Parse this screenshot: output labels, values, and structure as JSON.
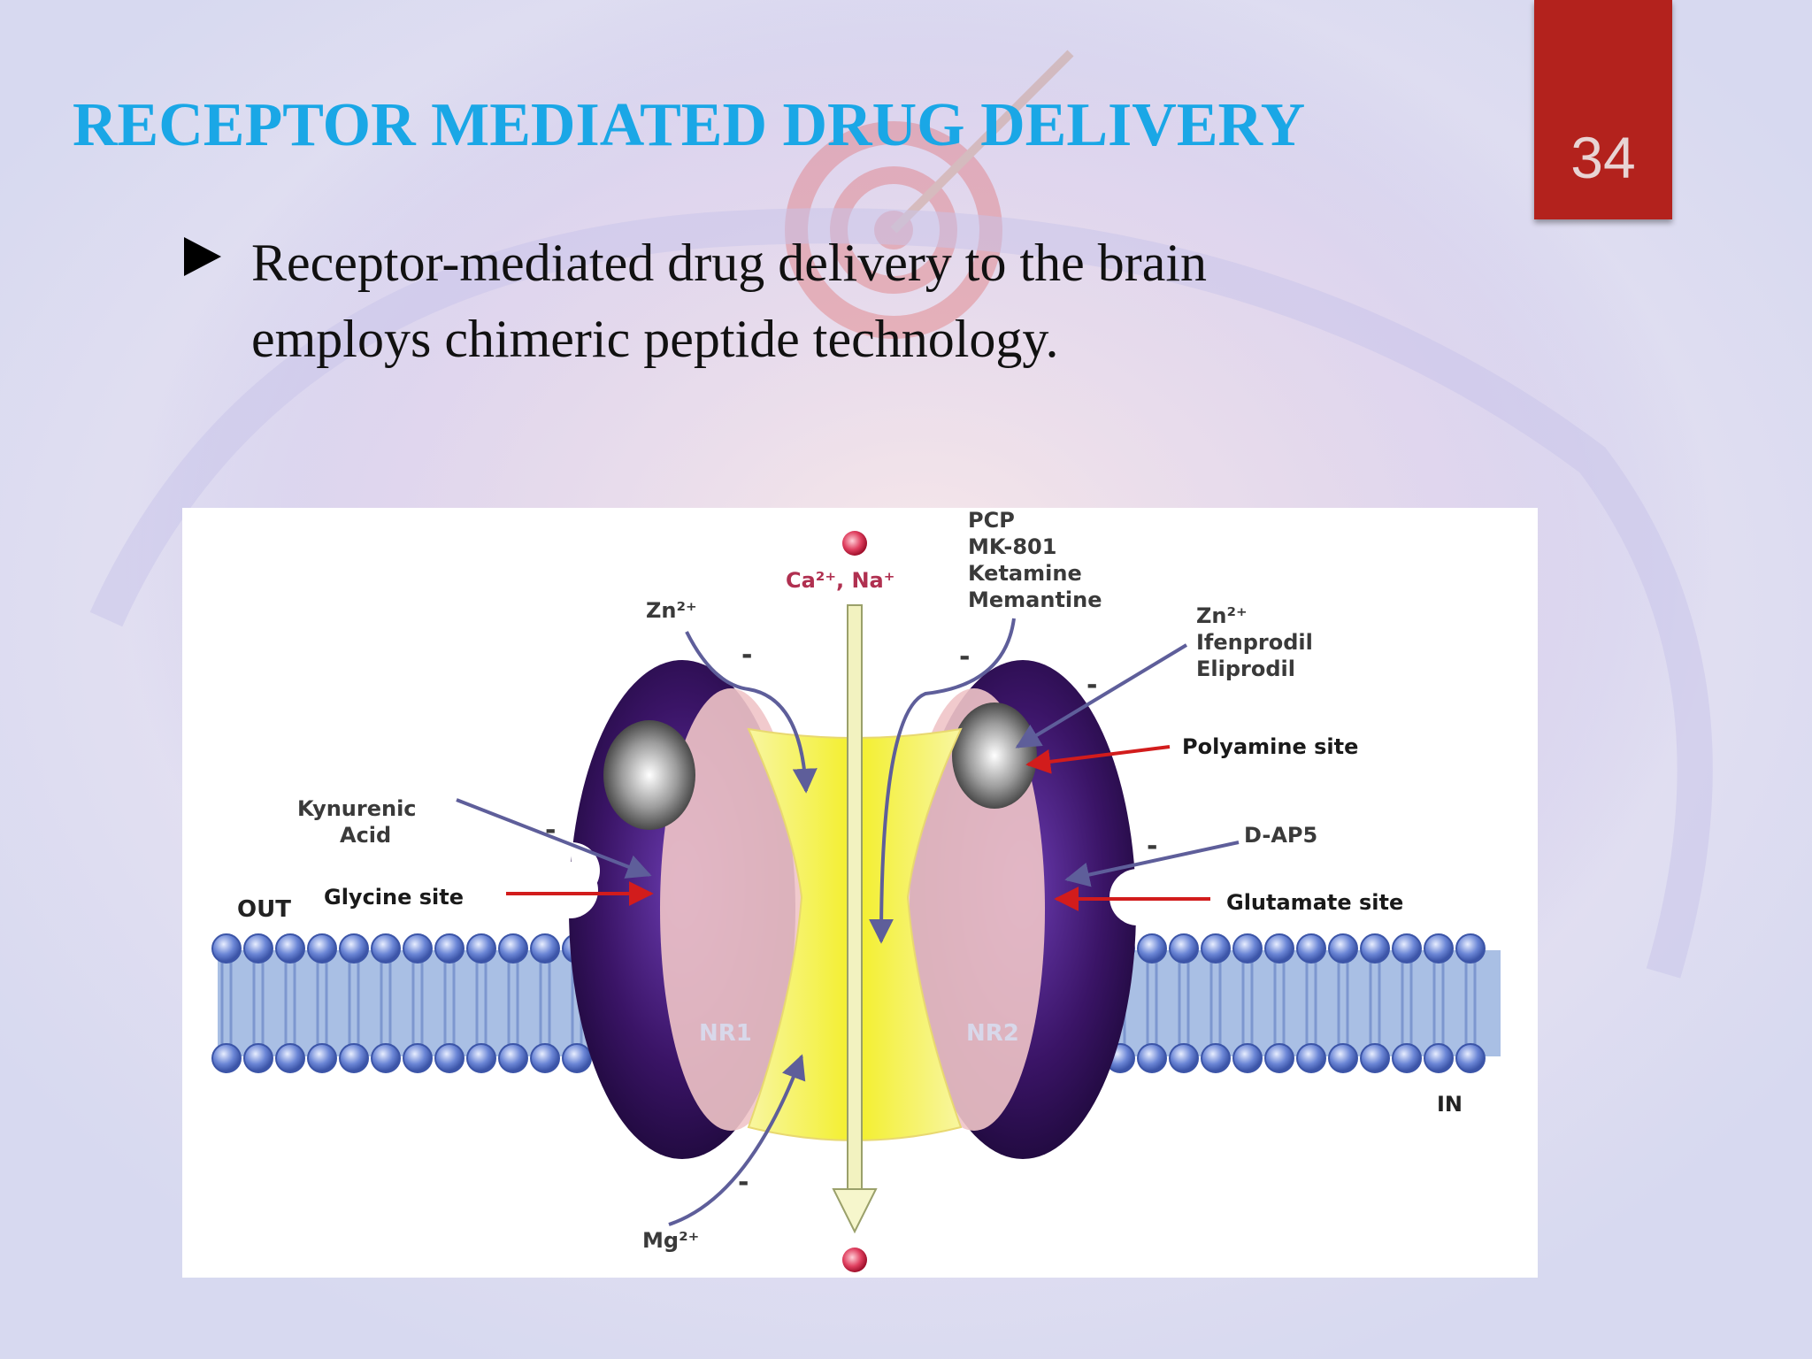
{
  "slide": {
    "title": "RECEPTOR MEDIATED DRUG DELIVERY",
    "page_number": "34",
    "bullet_line1": "Receptor-mediated drug delivery to the brain",
    "bullet_line2": "employs chimeric peptide technology."
  },
  "diagram": {
    "ions_top": "Ca²⁺, Na⁺",
    "zn_left": "Zn²⁺",
    "blockers": [
      "PCP",
      "MK-801",
      "Ketamine",
      "Memantine"
    ],
    "nr2_modulators": [
      "Zn²⁺",
      "Ifenprodil",
      "Eliprodil"
    ],
    "polyamine_site": "Polyamine site",
    "kynurenic": [
      "Kynurenic",
      "Acid"
    ],
    "dap5": "D-AP5",
    "glycine_site": "Glycine site",
    "glutamate_site": "Glutamate site",
    "out_label": "OUT",
    "in_label": "IN",
    "nr1": "NR1",
    "nr2": "NR2",
    "mg": "Mg²⁺",
    "minus": "-",
    "colors": {
      "title": "#1aa7e6",
      "page_tab": "#b3221d",
      "subunit": "#3a1466",
      "channel": "#f3ef2a",
      "red_arrow": "#d21c1c",
      "gray_arrow": "#5e5e9a",
      "lipid_head": "#6b86d6"
    }
  }
}
